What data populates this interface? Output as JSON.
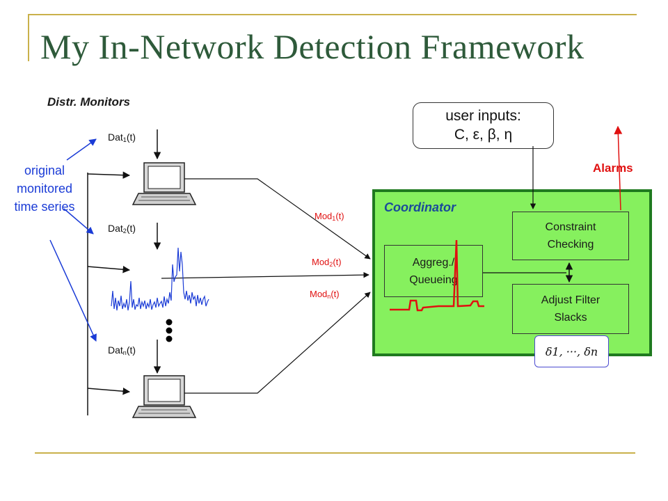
{
  "slide": {
    "title": "My In-Network Detection Framework"
  },
  "monitors": {
    "heading": "Distr. Monitors",
    "series_label_lines": [
      "original",
      "monitored",
      "time series"
    ],
    "dat_base": "Dat",
    "dat_subs": [
      "1",
      "2",
      "n"
    ],
    "dat_suffix": "(t)"
  },
  "models": {
    "mod_base": "Mod",
    "mod_subs": [
      "1",
      "2",
      "n"
    ],
    "mod_suffix": "(t)"
  },
  "user_inputs": {
    "line1": "user inputs:",
    "line2": "C,  ε,  β,  η"
  },
  "alarms": "Alarms",
  "coordinator": {
    "title": "Coordinator",
    "aggreg_lines": [
      "Aggreg./",
      "Queueing"
    ],
    "constraint_lines": [
      "Constraint",
      "Checking"
    ],
    "adjust_lines": [
      "Adjust Filter",
      "Slacks"
    ],
    "slack_formula": "δ1, ···, δn"
  },
  "colors": {
    "title": "#2e5a3a",
    "accent_rule": "#c9b14a",
    "coordinator_fill": "#86f05e",
    "coordinator_border": "#1f7a1f",
    "model_text": "#e01010",
    "series_text": "#1a3bd6",
    "spike_series": "#1a3bd6",
    "aggregated_series": "#e01010"
  },
  "icons": [
    "laptop-icon",
    "blue-time-series-plot",
    "red-aggregate-series-plot",
    "vertical-ellipsis-dots"
  ]
}
